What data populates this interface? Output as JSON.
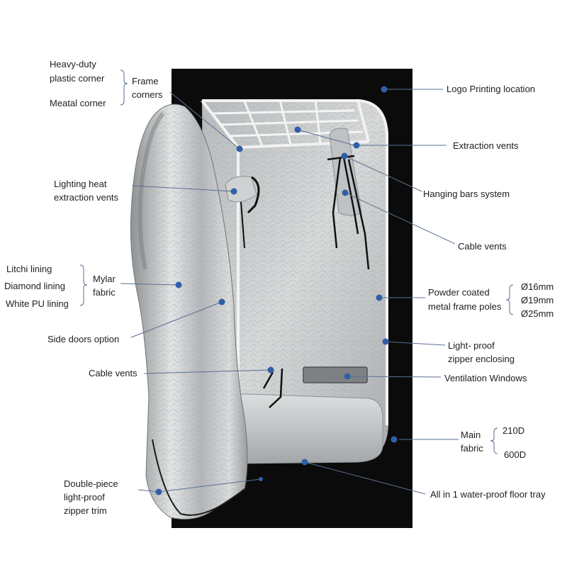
{
  "labels": {
    "heavy_duty_1": "Heavy-duty",
    "heavy_duty_2": "plastic corner",
    "meatal_corner": "Meatal corner",
    "frame_corners_1": "Frame",
    "frame_corners_2": "corners",
    "logo_printing": "Logo Printing location",
    "extraction_vents": "Extraction vents",
    "lighting_heat_1": "Lighting heat",
    "lighting_heat_2": "extraction vents",
    "hanging_bars": "Hanging bars system",
    "cable_vents_right": "Cable vents",
    "litchi_lining": "Litchi lining",
    "diamond_lining": "Diamond lining",
    "white_pu_lining": "White PU lining",
    "mylar_1": "Mylar",
    "mylar_2": "fabric",
    "powder_1": "Powder coated",
    "powder_2": "metal frame poles",
    "pole_16": "Ø16mm",
    "pole_19": "Ø19mm",
    "pole_25": "Ø25mm",
    "side_doors": "Side doors option",
    "light_proof_1": "Light- proof",
    "light_proof_2": "zipper enclosing",
    "cable_vents_left": "Cable vents",
    "ventilation_windows": "Ventilation Windows",
    "main_fabric_1": "Main",
    "main_fabric_2": "fabric",
    "fabric_210d": "210D",
    "fabric_600d": "600D",
    "double_piece_1": "Double-piece",
    "double_piece_2": "light-proof",
    "double_piece_3": "zipper trim",
    "floor_tray": "All in 1 water-proof floor tray"
  },
  "colors": {
    "tent_black": "#0b0b0b",
    "mylar_silver": "#c9ccce",
    "leader_line": "#5a6f93",
    "marker_dot": "#2f5fa8",
    "text": "#1e1e1e"
  }
}
